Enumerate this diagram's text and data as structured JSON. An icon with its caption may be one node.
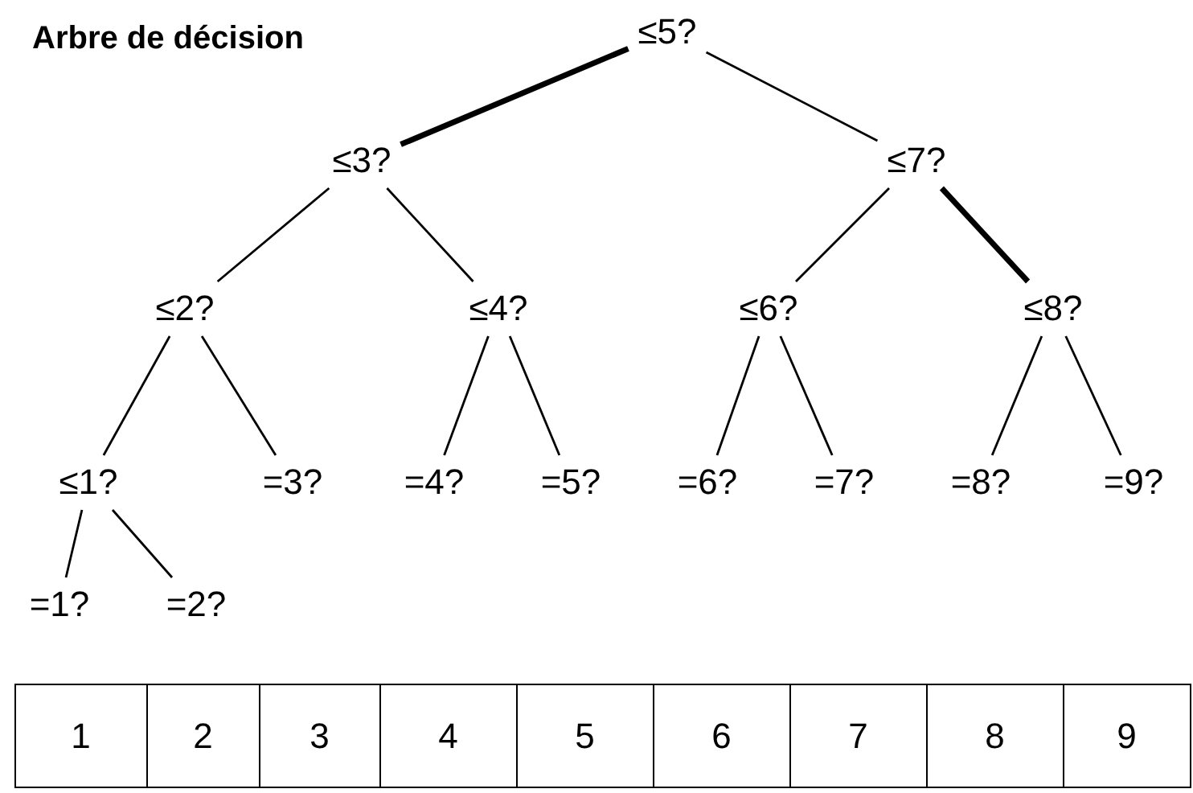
{
  "diagram": {
    "title": "Arbre de décision",
    "nodes": [
      {
        "text": [
          "≤5?"
        ]
      },
      {
        "text": [
          "≤3?"
        ]
      },
      {
        "text": [
          "≤7?"
        ]
      },
      {
        "text": [
          "≤2?"
        ]
      },
      {
        "text": [
          "≤4?"
        ]
      },
      {
        "text": [
          "≤6?"
        ]
      },
      {
        "text": [
          "≤8?"
        ]
      },
      {
        "text": [
          "≤1?"
        ]
      },
      {
        "text": [
          "=3?"
        ]
      },
      {
        "text": [
          "=4?"
        ]
      },
      {
        "text": [
          "=5?"
        ]
      },
      {
        "text": [
          "=6?"
        ]
      },
      {
        "text": [
          "=7?"
        ]
      },
      {
        "text": [
          "=8?"
        ]
      },
      {
        "text": [
          "=9?"
        ]
      },
      {
        "text": [
          "=1?"
        ]
      },
      {
        "text": [
          "=2?"
        ]
      }
    ],
    "edges": [
      {
        "from": 0,
        "to": 1,
        "arrow": "none",
        "style": "thick"
      },
      {
        "from": 0,
        "to": 2,
        "arrow": "none"
      },
      {
        "from": 1,
        "to": 3,
        "arrow": "none"
      },
      {
        "from": 1,
        "to": 4,
        "arrow": "none"
      },
      {
        "from": 2,
        "to": 5,
        "arrow": "none"
      },
      {
        "from": 2,
        "to": 6,
        "arrow": "none",
        "style": "thick"
      },
      {
        "from": 3,
        "to": 7,
        "arrow": "none"
      },
      {
        "from": 3,
        "to": 8,
        "arrow": "none"
      },
      {
        "from": 4,
        "to": 9,
        "arrow": "none"
      },
      {
        "from": 4,
        "to": 10,
        "arrow": "none"
      },
      {
        "from": 5,
        "to": 11,
        "arrow": "none"
      },
      {
        "from": 5,
        "to": 12,
        "arrow": "none"
      },
      {
        "from": 6,
        "to": 13,
        "arrow": "none"
      },
      {
        "from": 6,
        "to": 14,
        "arrow": "none"
      },
      {
        "from": 7,
        "to": 15,
        "arrow": "none"
      },
      {
        "from": 7,
        "to": 16,
        "arrow": "none"
      }
    ],
    "labels": [
      "1",
      "2",
      "3",
      "4",
      "5",
      "6",
      "7",
      "8",
      "9"
    ]
  }
}
